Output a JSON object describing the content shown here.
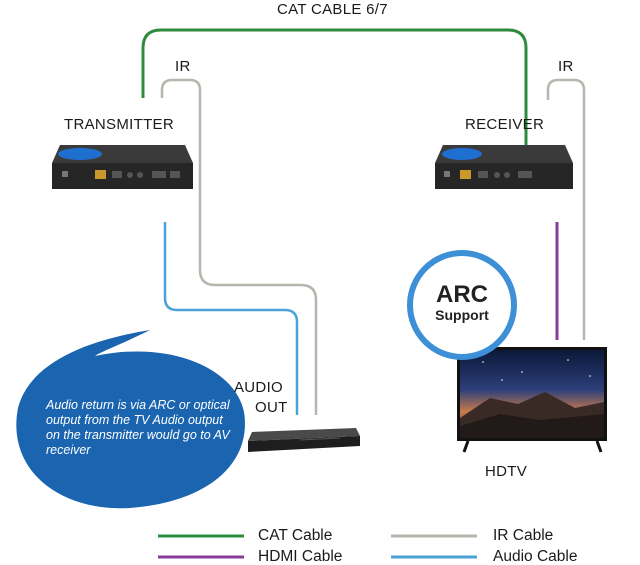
{
  "colors": {
    "cat": "#2e8b3e",
    "hdmi": "#8a3a9c",
    "ir": "#b8b5ad",
    "audio": "#4aa3d6",
    "device_body": "#2a2a2a",
    "device_logo": "#1f6fd1",
    "callout_blue": "#1a64b0",
    "arc_ring": "#3d8fd6"
  },
  "labels": {
    "cat_cable": "CAT CABLE 6/7",
    "ir_left": "IR",
    "ir_right": "IR",
    "transmitter": "TRANSMITTER",
    "receiver": "RECEIVER",
    "audio_out_line1": "AUDIO",
    "audio_out_line2": "OUT",
    "hdtv": "HDTV"
  },
  "arc_badge": {
    "line1": "ARC",
    "line2": "Support"
  },
  "callout": {
    "text": "Audio return is via ARC or optical output from the TV Audio output on the transmitter would go to AV receiver"
  },
  "legend": [
    {
      "label": "CAT Cable",
      "color_key": "cat"
    },
    {
      "label": "HDMI Cable",
      "color_key": "hdmi"
    },
    {
      "label": "IR Cable",
      "color_key": "ir"
    },
    {
      "label": "Audio Cable",
      "color_key": "audio"
    }
  ]
}
